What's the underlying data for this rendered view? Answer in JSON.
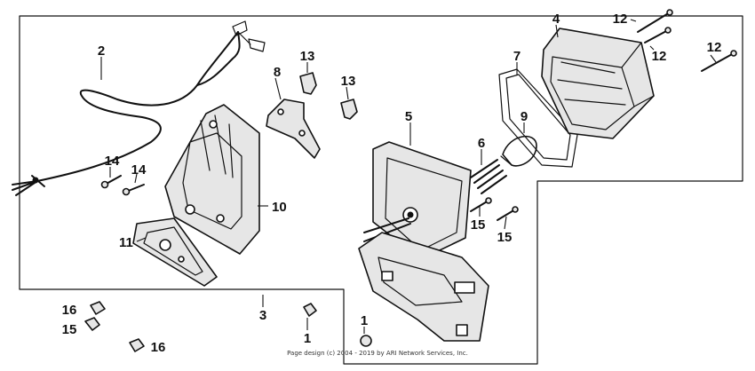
{
  "diagram": {
    "callouts": [
      {
        "id": "c2",
        "label": "2"
      },
      {
        "id": "c3",
        "label": "3"
      },
      {
        "id": "c4",
        "label": "4"
      },
      {
        "id": "c5",
        "label": "5"
      },
      {
        "id": "c6",
        "label": "6"
      },
      {
        "id": "c7",
        "label": "7"
      },
      {
        "id": "c8",
        "label": "8"
      },
      {
        "id": "c9",
        "label": "9"
      },
      {
        "id": "c10",
        "label": "10"
      },
      {
        "id": "c11",
        "label": "11"
      },
      {
        "id": "c12a",
        "label": "12"
      },
      {
        "id": "c12b",
        "label": "12"
      },
      {
        "id": "c12c",
        "label": "12"
      },
      {
        "id": "c13a",
        "label": "13"
      },
      {
        "id": "c13b",
        "label": "13"
      },
      {
        "id": "c14a",
        "label": "14"
      },
      {
        "id": "c14b",
        "label": "14"
      },
      {
        "id": "c15a",
        "label": "15"
      },
      {
        "id": "c15b",
        "label": "15"
      },
      {
        "id": "c15c",
        "label": "15"
      },
      {
        "id": "c16a",
        "label": "16"
      },
      {
        "id": "c16b",
        "label": "16"
      },
      {
        "id": "c1a",
        "label": "1"
      },
      {
        "id": "c1b",
        "label": "1"
      }
    ],
    "copyright": "Page design (c) 2004 - 2019 by ARI Network Services, Inc."
  }
}
